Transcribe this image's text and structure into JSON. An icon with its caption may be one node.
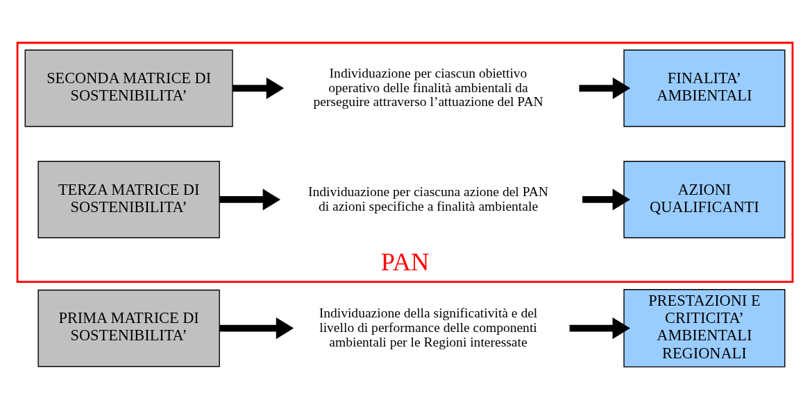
{
  "diagram": {
    "nodes": [
      {
        "text": [
          "PRIMA MATRICE DI SOSTENIBILITA’"
        ]
      },
      {
        "text": [
          "Individuazione della significatività e del livello di performance delle componenti ambientali per le Regioni interessate"
        ]
      },
      {
        "text": [
          "PRESTAZIONI E CRITICITA’ AMBIENTALI REGIONALI"
        ]
      },
      {
        "text": [
          "PAN"
        ]
      },
      {
        "text": [
          "SECONDA MATRICE DI SOSTENIBILITA’"
        ],
        "in": 3
      },
      {
        "text": [
          "Individuazione per ciascun obiettivo operativo delle finalità ambientali da perseguire attraverso l’attuazione del PAN"
        ],
        "in": 3
      },
      {
        "text": [
          "FINALITA’ AMBIENTALI"
        ],
        "in": 3
      },
      {
        "text": [
          "TERZA MATRICE DI SOSTENIBILITA’"
        ],
        "in": 3
      },
      {
        "text": [
          "Individuazione per ciascuna azione del PAN di azioni specifiche a finalità ambientale"
        ],
        "in": 3
      },
      {
        "text": [
          "AZIONI QUALIFICANTI"
        ],
        "in": 3
      }
    ],
    "edges": [
      {
        "from": 0,
        "to": 1,
        "arrow": "to"
      },
      {
        "from": 1,
        "to": 2,
        "arrow": "to"
      },
      {
        "from": 4,
        "to": 5,
        "arrow": "to"
      },
      {
        "from": 5,
        "to": 6,
        "arrow": "to"
      },
      {
        "from": 7,
        "to": 8,
        "arrow": "to"
      },
      {
        "from": 8,
        "to": 9,
        "arrow": "to"
      }
    ]
  }
}
